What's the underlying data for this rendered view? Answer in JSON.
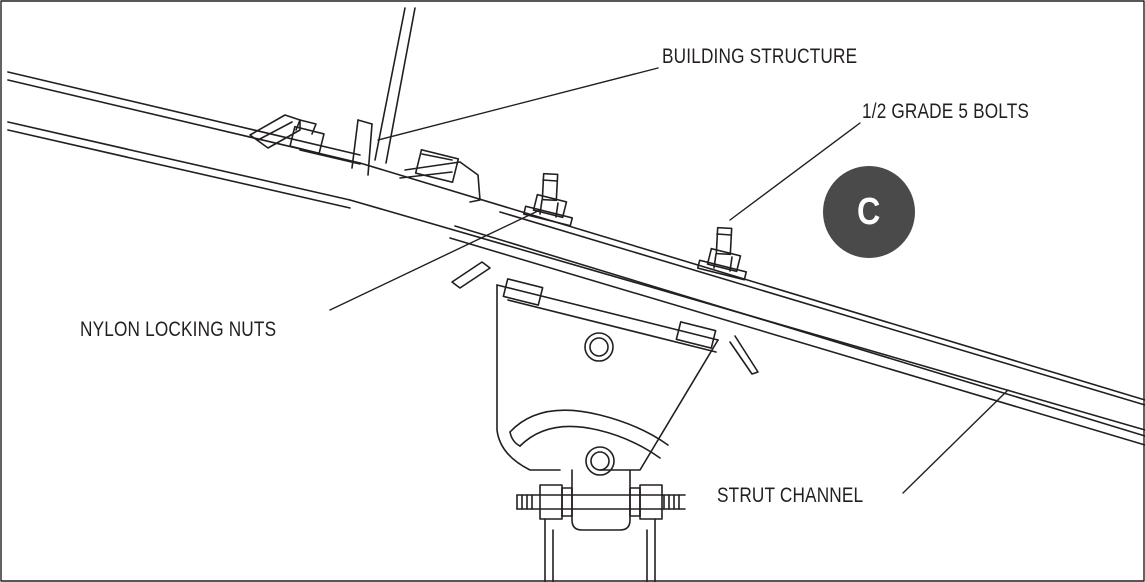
{
  "labels": {
    "building_structure": "BUILDING STRUCTURE",
    "bolts": "1/2 GRADE 5 BOLTS",
    "nuts": "NYLON LOCKING NUTS",
    "strut_channel": "STRUT CHANNEL"
  },
  "badge": {
    "letter": "C",
    "color": "#4a4a4a"
  },
  "line_color": "#231f20"
}
